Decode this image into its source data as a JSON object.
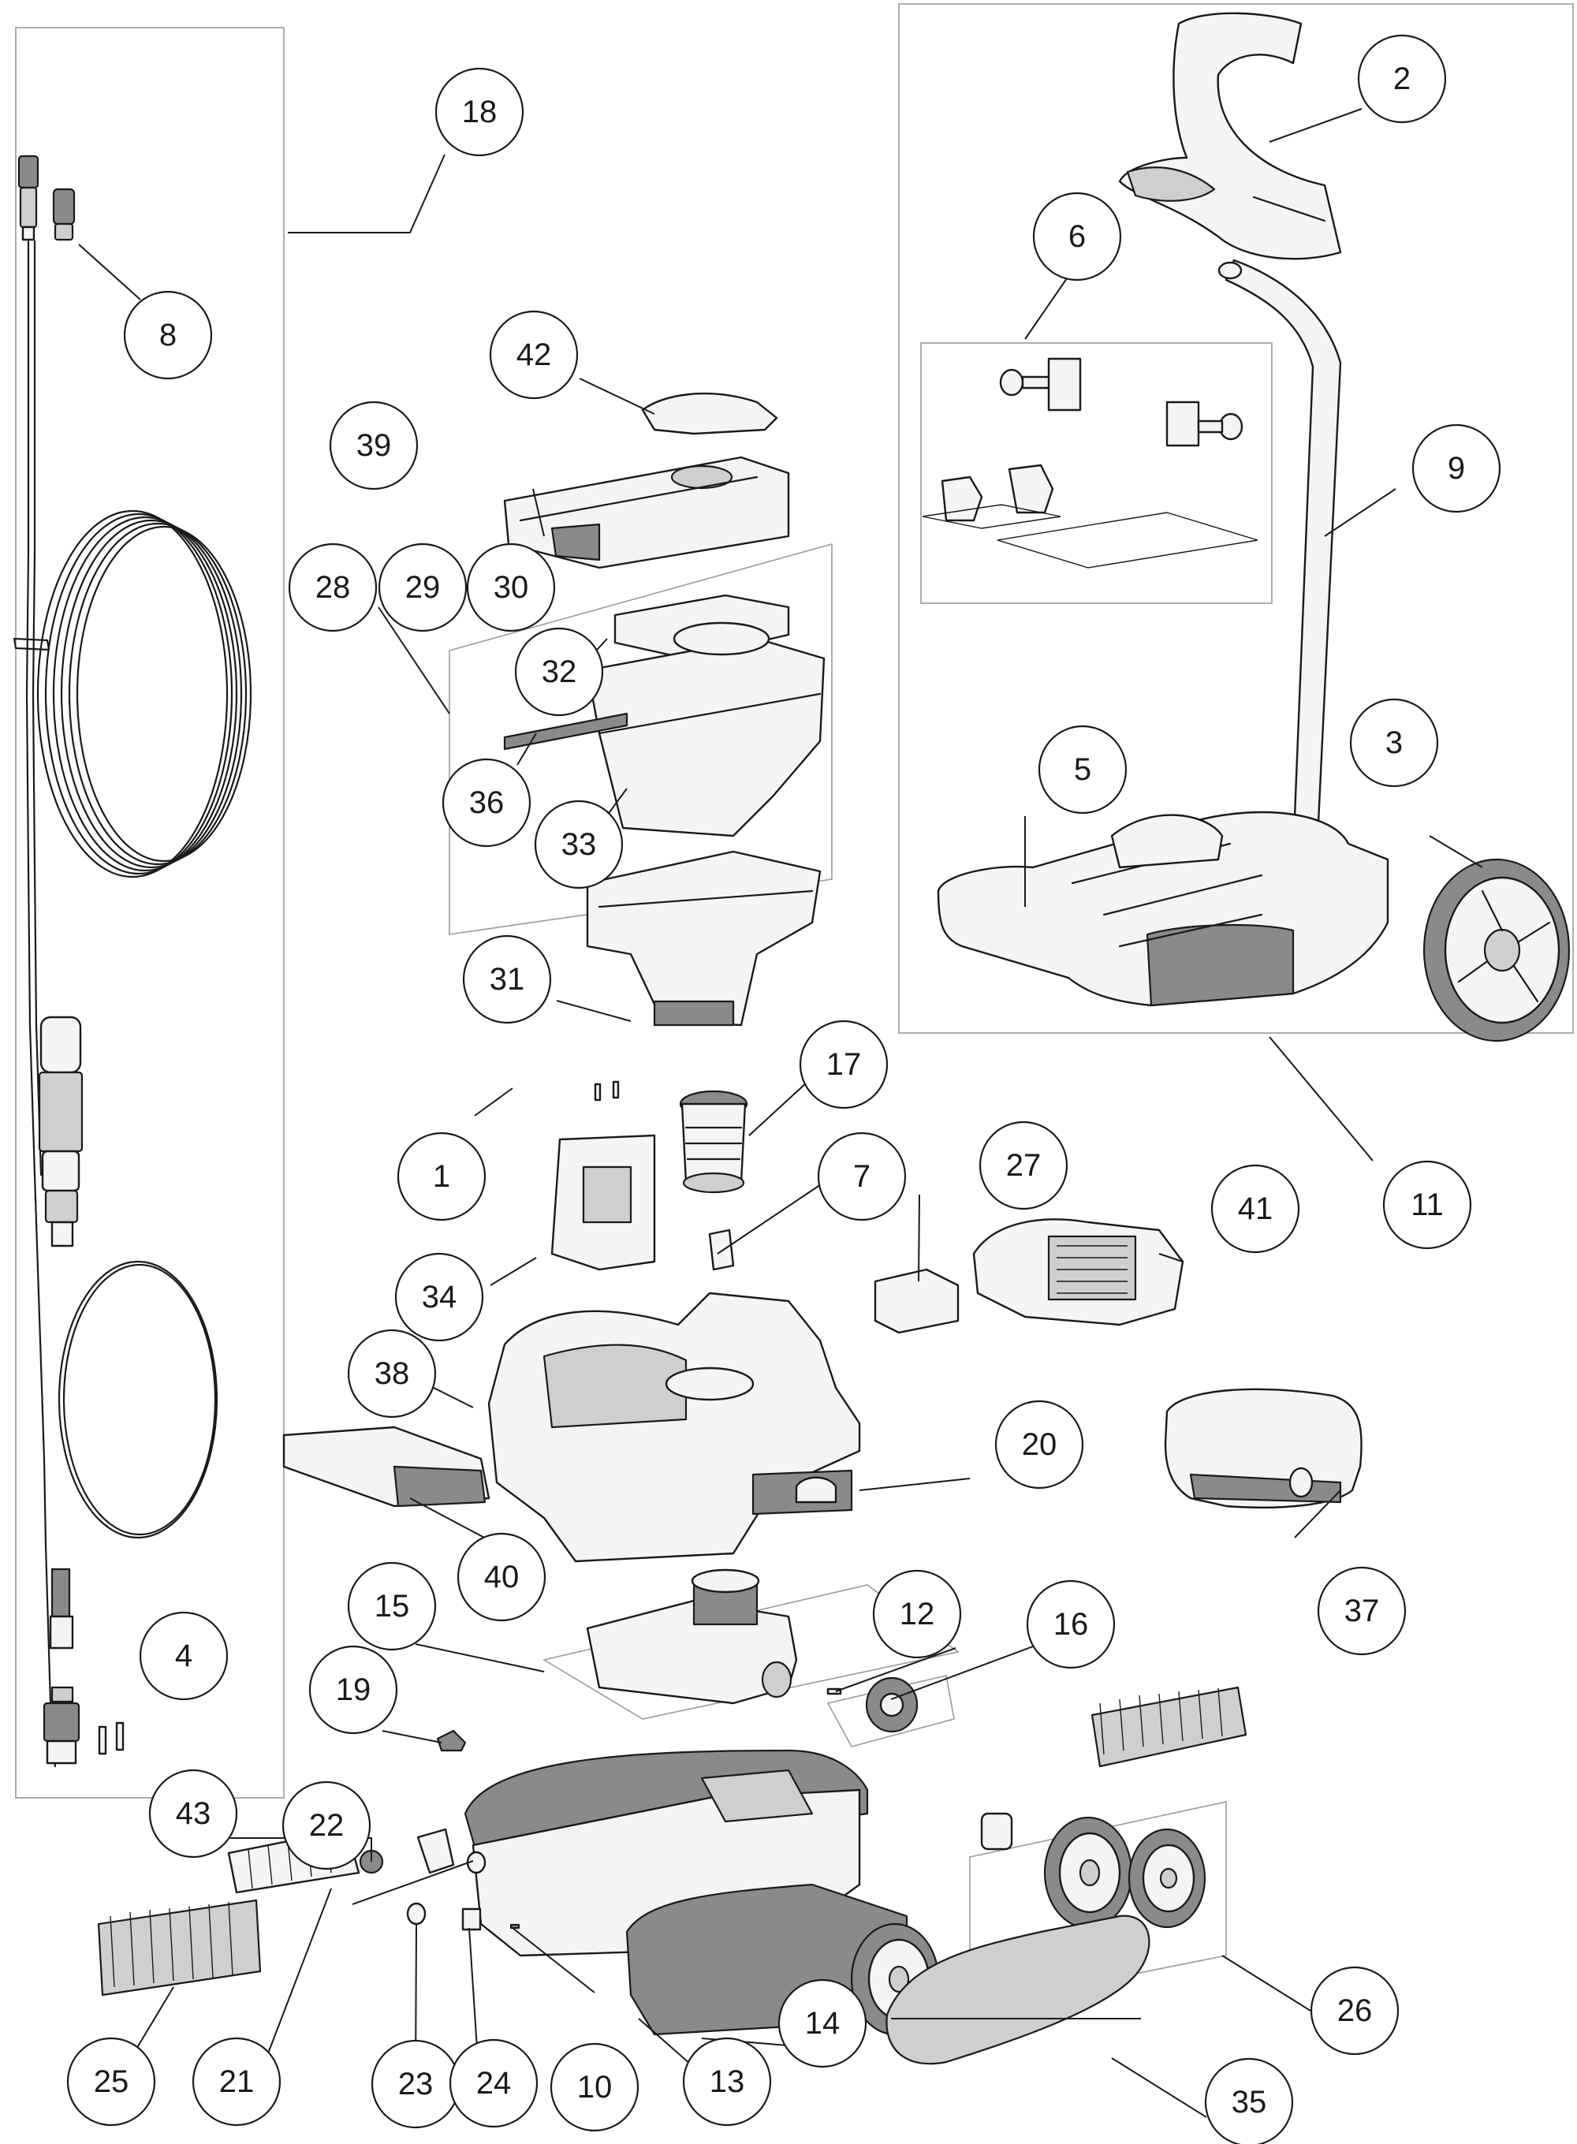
{
  "callouts": [
    {
      "label": "1"
    },
    {
      "label": "2"
    },
    {
      "label": "3"
    },
    {
      "label": "4"
    },
    {
      "label": "5"
    },
    {
      "label": "6"
    },
    {
      "label": "7"
    },
    {
      "label": "8"
    },
    {
      "label": "9"
    },
    {
      "label": "10"
    },
    {
      "label": "11"
    },
    {
      "label": "12"
    },
    {
      "label": "13"
    },
    {
      "label": "14"
    },
    {
      "label": "15"
    },
    {
      "label": "16"
    },
    {
      "label": "17"
    },
    {
      "label": "18"
    },
    {
      "label": "19"
    },
    {
      "label": "20"
    },
    {
      "label": "21"
    },
    {
      "label": "22"
    },
    {
      "label": "23"
    },
    {
      "label": "24"
    },
    {
      "label": "25"
    },
    {
      "label": "26"
    },
    {
      "label": "27"
    },
    {
      "label": "28"
    },
    {
      "label": "29"
    },
    {
      "label": "30"
    },
    {
      "label": "31"
    },
    {
      "label": "32"
    },
    {
      "label": "33"
    },
    {
      "label": "34"
    },
    {
      "label": "35"
    },
    {
      "label": "36"
    },
    {
      "label": "37"
    },
    {
      "label": "38"
    },
    {
      "label": "39"
    },
    {
      "label": "40"
    },
    {
      "label": "41"
    },
    {
      "label": "42"
    },
    {
      "label": "43"
    }
  ]
}
